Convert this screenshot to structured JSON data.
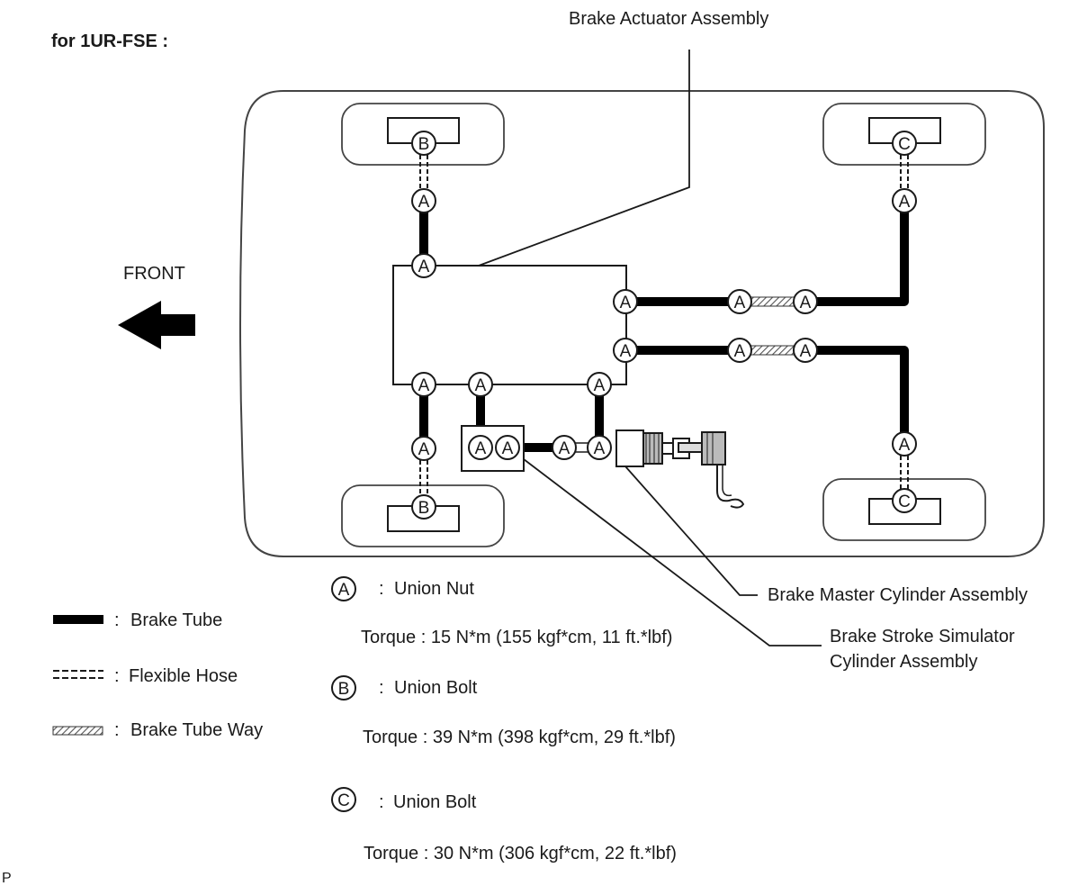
{
  "heading": "for 1UR-FSE :",
  "callouts": {
    "brake_actuator": "Brake Actuator Assembly",
    "master_cylinder": "Brake Master Cylinder Assembly",
    "stroke_simulator_line1": "Brake Stroke Simulator",
    "stroke_simulator_line2": "Cylinder Assembly"
  },
  "front_label": "FRONT",
  "marker_letters": {
    "a": "A",
    "b": "B",
    "c": "C"
  },
  "legend": {
    "separator": ":",
    "items": [
      {
        "id": "brake-tube",
        "label": "Brake Tube"
      },
      {
        "id": "flexible-hose",
        "label": "Flexible Hose"
      },
      {
        "id": "brake-tube-way",
        "label": "Brake Tube Way"
      }
    ]
  },
  "fasteners": [
    {
      "marker": "A",
      "name": "Union Nut",
      "torque": "Torque : 15 N*m (155 kgf*cm, 11 ft.*lbf)"
    },
    {
      "marker": "B",
      "name": "Union Bolt",
      "torque": "Torque : 39 N*m (398 kgf*cm, 29 ft.*lbf)"
    },
    {
      "marker": "C",
      "name": "Union Bolt",
      "torque": "Torque : 30 N*m (306 kgf*cm, 22 ft.*lbf)"
    }
  ],
  "footer_mark": "P"
}
